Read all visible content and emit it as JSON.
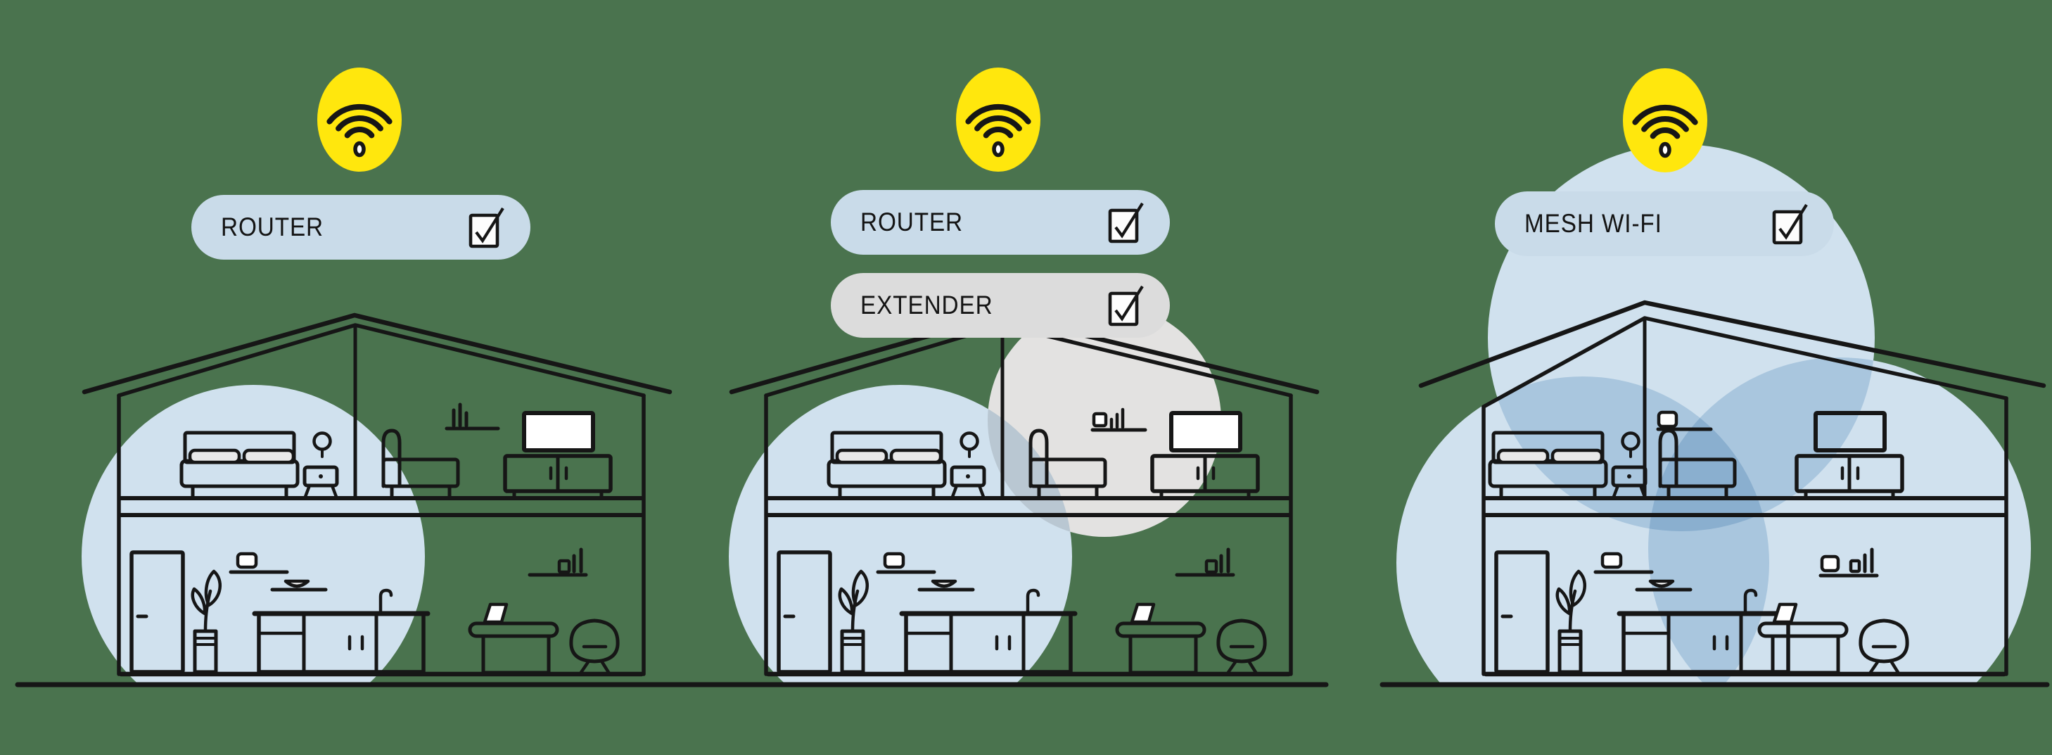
{
  "colors": {
    "background_green": "#4A734E",
    "coverage_blue": "#D0E1EE",
    "coverage_gray": "#E3E2E1",
    "pill_blue": "#C9DBE9",
    "pill_gray": "#DCDCDC",
    "badge_yellow": "#FFE70D",
    "line_black": "#161616",
    "device_white": "#FFFFFF"
  },
  "panels": [
    {
      "name": "router-only",
      "badge_icon": "wifi-icon",
      "pills": [
        {
          "label": "ROUTER",
          "variant": "blue",
          "checked": true,
          "checkbox_icon": "checked-checkbox-icon"
        }
      ],
      "scene_icons": [
        "router-device",
        "signal-bars-device",
        "antenna-bars"
      ],
      "coverage_areas": [
        "single-blue-circle-around-router"
      ]
    },
    {
      "name": "router-plus-extender",
      "badge_icon": "wifi-icon",
      "pills": [
        {
          "label": "ROUTER",
          "variant": "blue",
          "checked": true,
          "checkbox_icon": "checked-checkbox-icon"
        },
        {
          "label": "EXTENDER",
          "variant": "gray",
          "checked": true,
          "checkbox_icon": "checked-checkbox-icon"
        }
      ],
      "scene_icons": [
        "router-device",
        "extender-device",
        "signal-bars-device"
      ],
      "coverage_areas": [
        "blue-circle-around-router",
        "gray-circle-around-extender"
      ]
    },
    {
      "name": "mesh-wifi",
      "badge_icon": "wifi-icon",
      "pills": [
        {
          "label": "MESH WI-FI",
          "variant": "blue",
          "checked": true,
          "checkbox_icon": "checked-checkbox-icon"
        }
      ],
      "scene_icons": [
        "mesh-node-kitchen",
        "mesh-node-living-room",
        "mesh-node-office",
        "signal-bars-device"
      ],
      "coverage_areas": [
        "three-overlapping-blue-circles-whole-house"
      ]
    }
  ]
}
